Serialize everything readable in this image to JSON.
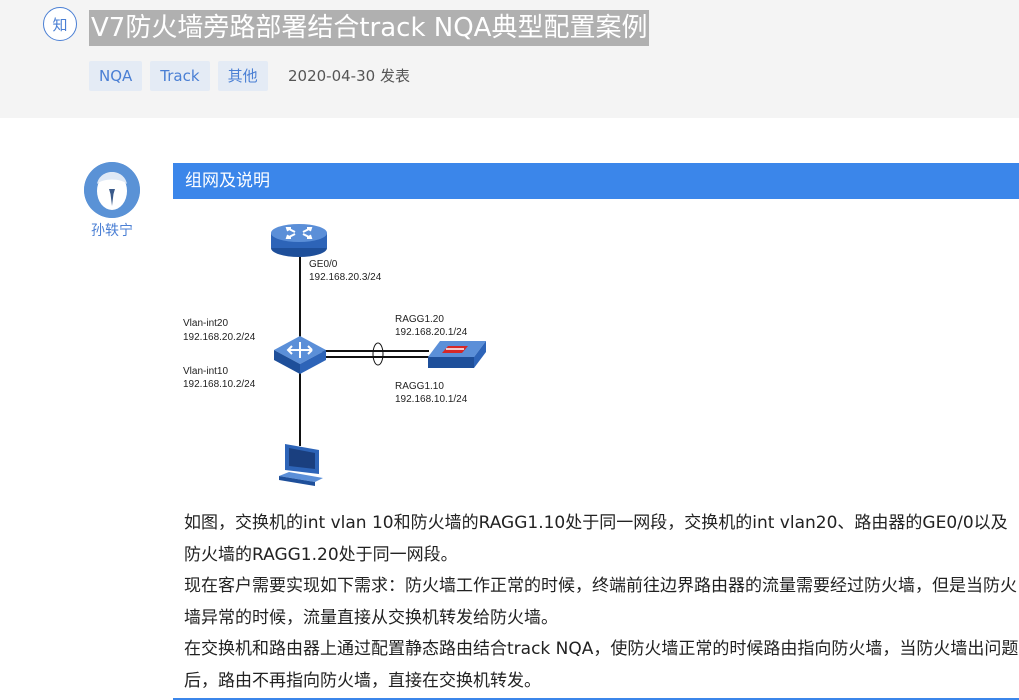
{
  "header": {
    "badge": "知",
    "title": "V7防火墙旁路部署结合track NQA典型配置案例",
    "tags": [
      "NQA",
      "Track",
      "其他"
    ],
    "date": "2020-04-30 发表"
  },
  "author": {
    "name": "孙轶宁"
  },
  "section": {
    "title": "组网及说明"
  },
  "diagram": {
    "router_port": "GE0/0",
    "router_ip": "192.168.20.3/24",
    "switch_vlan20": "Vlan-int20",
    "switch_vlan20_ip": "192.168.20.2/24",
    "switch_vlan10": "Vlan-int10",
    "switch_vlan10_ip": "192.168.10.2/24",
    "fw_ragg20": "RAGG1.20",
    "fw_ragg20_ip": "192.168.20.1/24",
    "fw_ragg10": "RAGG1.10",
    "fw_ragg10_ip": "192.168.10.1/24"
  },
  "content": {
    "paragraphs": [
      "如图，交换机的int vlan 10和防火墙的RAGG1.10处于同一网段，交换机的int vlan20、路由器的GE0/0以及防火墙的RAGG1.20处于同一网段。",
      "现在客户需要实现如下需求：防火墙工作正常的时候，终端前往边界路由器的流量需要经过防火墙，但是当防火墙异常的时候，流量直接从交换机转发给防火墙。",
      "在交换机和路由器上通过配置静态路由结合track NQA，使防火墙正常的时候路由指向防火墙，当防火墙出问题后，路由不再指向防火墙，直接在交换机转发。"
    ]
  },
  "colors": {
    "accent": "#3b86ea",
    "link": "#4a7fd4"
  }
}
